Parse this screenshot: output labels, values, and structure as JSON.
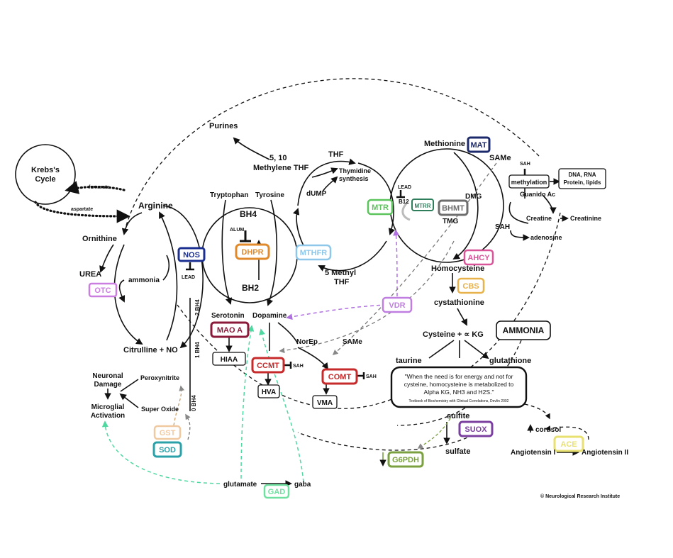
{
  "nodes": {
    "krebs_line1": "Krebs's",
    "krebs_line2": "Cycle",
    "fumarate": "fumarate",
    "aspartate": "aspartate",
    "arginine": "Arginine",
    "ornithine": "Ornithine",
    "urea": "UREA",
    "ammonia": "ammonia",
    "citrulline": "Citrulline + NO",
    "purines": "Purines",
    "methylene_thf_1": "5, 10",
    "methylene_thf_2": "Methylene THF",
    "thf": "THF",
    "thymidine_1": "Thymidine",
    "thymidine_2": "synthesis",
    "dump": "dUMP",
    "tryptophan": "Tryptophan",
    "tyrosine": "Tyrosine",
    "bh4": "BH4",
    "alum": "ALUM",
    "bh2": "BH2",
    "methyl_thf_1": "5 Methyl",
    "methyl_thf_2": "THF",
    "lead_nos": "LEAD",
    "lead_mtr": "LEAD",
    "b12": "B12",
    "two_bh4": "2 BH4",
    "one_bh4": "1 BH4",
    "zero_bh4": "0 BH4",
    "serotonin": "Serotonin",
    "dopamine": "Dopamine",
    "norep": "NorEp",
    "same_comt": "SAMe",
    "sah_ccmt": "SAH",
    "sah_comt": "SAH",
    "hiaa": "HIAA",
    "hva": "HVA",
    "vma": "VMA",
    "neuronal_damage_1": "Neuronal",
    "neuronal_damage_2": "Damage",
    "microglial_1": "Microglial",
    "microglial_2": "Activation",
    "peroxynitrite": "Peroxynitrite",
    "super_oxide": "Super Oxide",
    "glutamate": "glutamate",
    "gaba": "gaba",
    "methionine": "Methionine",
    "same_mat": "SAMe",
    "sah_top": "SAH",
    "methylation": "methylation",
    "dna_1": "DNA, RNA",
    "dna_2": "Protein, lipids",
    "guanido": "Guanido Ac",
    "creatine": "Creatine",
    "creatinine": "Creatinine",
    "sah_mid": "SAH",
    "adenosine": "adenosine",
    "dmg": "DMG",
    "tmg": "TMG",
    "homocysteine": "Homocysteine",
    "cystathionine": "cystathionine",
    "cysteine": "Cysteine + ∝ KG",
    "ammonia_big": "AMMONIA",
    "taurine": "taurine",
    "glutathione": "glutathione",
    "sulfite": "sulfite",
    "sulfate": "sulfate",
    "cortisol": "cortisol",
    "angiotensin_1": "Angiotensin I",
    "angiotensin_2": "Angiotensin II"
  },
  "enzymes": {
    "nos": "NOS",
    "otc": "OTC",
    "dhpr": "DHPR",
    "mthfr": "MTHFR",
    "mtr": "MTR",
    "mtrr": "MTRR",
    "mat": "MAT",
    "bhmt": "BHMT",
    "ahcy": "AHCY",
    "cbs": "CBS",
    "vdr": "VDR",
    "mao_a": "MAO A",
    "ccmt": "CCMT",
    "comt": "COMT",
    "gst": "GST",
    "sod": "SOD",
    "gad": "GAD",
    "suox": "SUOX",
    "g6pdh": "G6PDH",
    "ace": "ACE"
  },
  "quote": {
    "line1": "\"When the need is for energy and not for",
    "line2": "cysteine, homocysteine is metabolized to",
    "line3": "Alpha KG, NH3 and H2S.\"",
    "source": "Textbook of Biochemistry with Clinical Correlations, Devlin 2002"
  },
  "credit": "© Neurological Research Institute",
  "colors": {
    "nos": "#1a2f8f",
    "otc": "#cc7de0",
    "dhpr": "#e08a2c",
    "mthfr": "#8ec7ea",
    "mtr": "#5cc45c",
    "mtrr": "#2e7d5b",
    "mat": "#1c2a6b",
    "bhmt": "#6e6e6e",
    "ahcy": "#d9559a",
    "cbs": "#e8b24a",
    "vdr": "#c07fe0",
    "mao_a": "#8b1a3a",
    "ccmt": "#c72a2a",
    "comt": "#c72a2a",
    "gst": "#f0c9a0",
    "sod": "#2aa0a8",
    "gad": "#6fe0a0",
    "suox": "#7b3fa0",
    "g6pdh": "#7aa040",
    "ace": "#e8e070",
    "gaba_dash": "#4fd8a0",
    "vdr_dash": "#b070e0"
  }
}
